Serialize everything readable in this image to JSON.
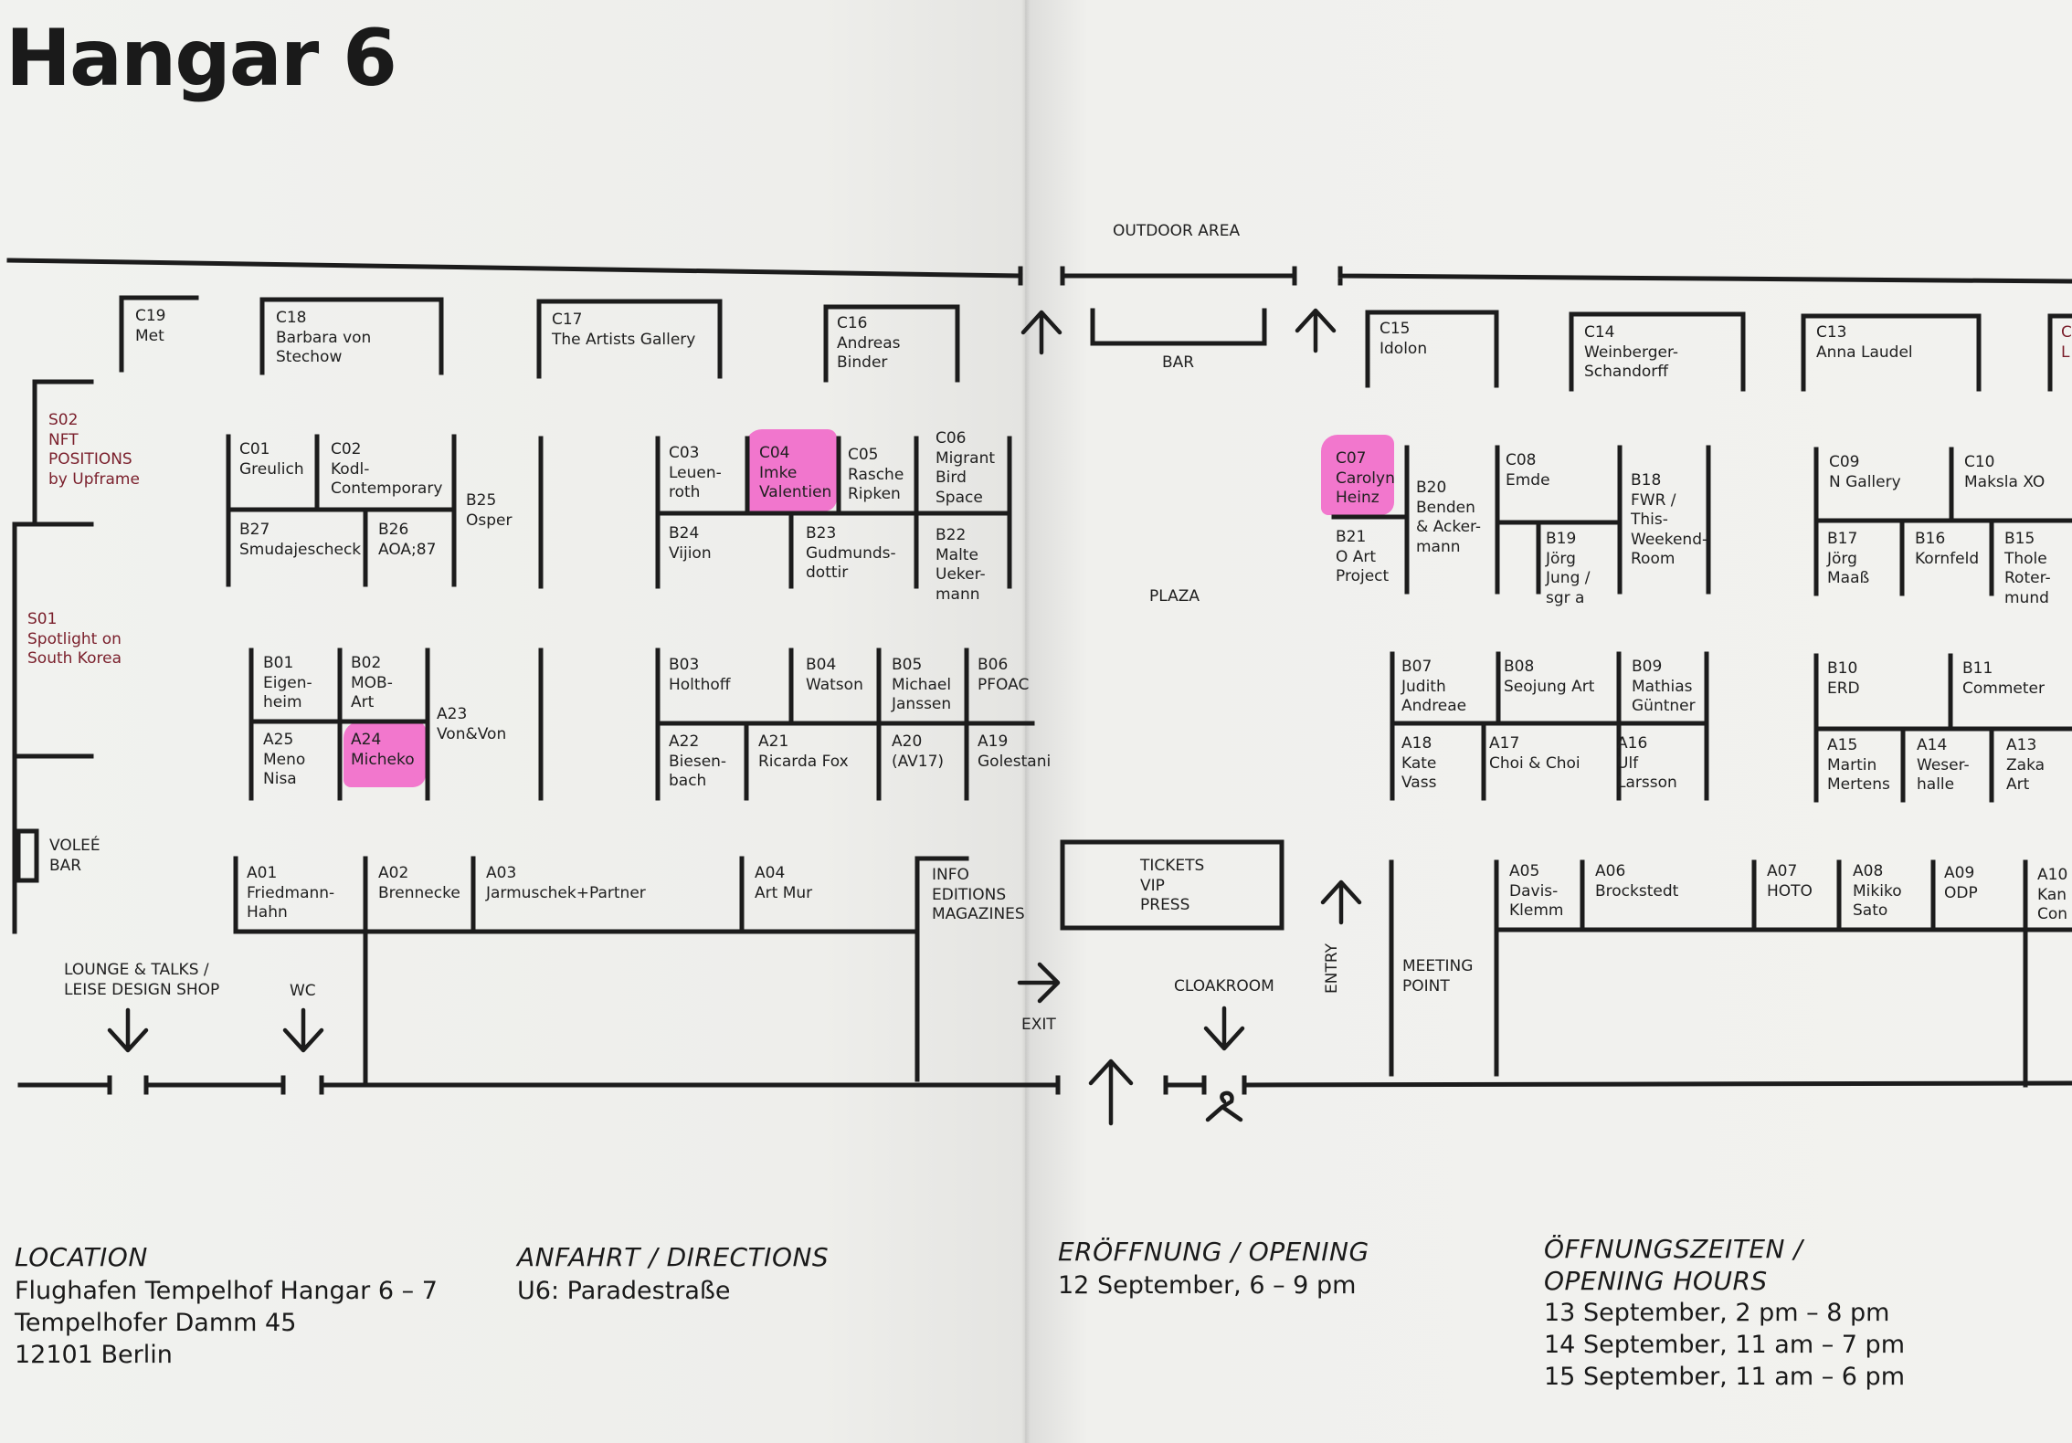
{
  "title": "Hangar 6",
  "zones": {
    "outdoor_area": "OUTDOOR AREA",
    "bar": "BAR",
    "plaza": "PLAZA",
    "tickets": "TICKETS\nVIP\nPRESS",
    "cloakroom": "CLOAKROOM",
    "exit": "EXIT",
    "entry": "ENTRY",
    "meeting_point": "MEETING\nPOINT",
    "lounge": "LOUNGE & TALKS /\nLEISE DESIGN SHOP",
    "wc": "WC",
    "volee_bar": "VOLEÉ\nBAR",
    "info": "INFO\nEDITIONS\nMAGAZINES"
  },
  "special": {
    "s02": "S02\nNFT\nPOSITIONS\nby Upframe",
    "s01": "S01\nSpotlight on\nSouth Korea"
  },
  "booths": {
    "c19": "C19\nMet",
    "c18": "C18\nBarbara von\nStechow",
    "c17": "C17\nThe Artists Gallery",
    "c16": "C16\nAndreas\nBinder",
    "c15": "C15\nIdolon",
    "c14": "C14\nWeinberger-\nSchandorff",
    "c13": "C13\nAnna Laudel",
    "c12": "C\nL",
    "c01": "C01\nGreulich",
    "c02": "C02\nKodl-\nContemporary",
    "b25": "B25\nOsper",
    "b27": "B27\nSmudajescheck",
    "b26": "B26\nAOA;87",
    "c03": "C03\nLeuen-\nroth",
    "c04": "C04\nImke\nValentien",
    "c05": "C05\nRasche\nRipken",
    "c06": "C06\nMigrant\nBird\nSpace",
    "b24": "B24\nVijion",
    "b23": "B23\nGudmunds-\ndottir",
    "b22": "B22\nMalte\nUeker-\nmann",
    "c07": "C07\nCarolyn\nHeinz",
    "b20": "B20\nBenden\n& Acker-\nmann",
    "b21": "B21\nO Art\nProject",
    "c08": "C08\nEmde",
    "b19": "B19\nJörg\nJung /\nsgr a",
    "b18": "B18\nFWR /\nThis-\nWeekend-\nRoom",
    "c09": "C09\nN Gallery",
    "c10": "C10\nMaksla XO",
    "b17": "B17\nJörg\nMaaß",
    "b16": "B16\nKornfeld",
    "b15": "B15\nThole\nRoter-\nmund",
    "b01": "B01\nEigen-\nheim",
    "b02": "B02\nMOB-\nArt",
    "a23": "A23\nVon&Von",
    "a25": "A25\nMeno\nNisa",
    "a24": "A24\nMicheko",
    "b03": "B03\nHolthoff",
    "b04": "B04\nWatson",
    "b05": "B05\nMichael\nJanssen",
    "b06": "B06\nPFOAC",
    "a22": "A22\nBiesen-\nbach",
    "a21": "A21\nRicarda Fox",
    "a20": "A20\n(AV17)",
    "a19": "A19\nGolestani",
    "b07": "B07\nJudith\nAndreae",
    "b08": "B08\nSeojung Art",
    "b09": "B09\nMathias\nGüntner",
    "a18": "A18\nKate\nVass",
    "a17": "A17\nChoi & Choi",
    "a16": "A16\nUlf\nLarsson",
    "b10": "B10\nERD",
    "b11": "B11\nCommeter",
    "a15": "A15\nMartin\nMertens",
    "a14": "A14\nWeser-\nhalle",
    "a13": "A13\nZaka\nArt",
    "a01": "A01\nFriedmann-\nHahn",
    "a02": "A02\nBrennecke",
    "a03": "A03\nJarmuschek+Partner",
    "a04": "A04\nArt Mur",
    "a05": "A05\nDavis-\nKlemm",
    "a06": "A06\nBrockstedt",
    "a07": "A07\nHOTO",
    "a08": "A08\nMikiko\nSato",
    "a09": "A09\nODP",
    "a10": "A10\nKan\nCon"
  },
  "highlighted": [
    "C04",
    "A24",
    "C07"
  ],
  "highlight_color": "#f25cc6",
  "accent_red": "#7a1f2b",
  "info": {
    "location_h": "LOCATION",
    "location_t": "Flughafen Tempelhof Hangar 6 – 7\nTempelhofer Damm 45\n12101 Berlin",
    "directions_h": "ANFAHRT / DIRECTIONS",
    "directions_t": "U6: Paradestraße",
    "opening_h": "ERÖFFNUNG / OPENING",
    "opening_t": "12 September, 6 – 9 pm",
    "hours_h": "ÖFFNUNGSZEITEN /\nOPENING HOURS",
    "hours_t": "13 September, 2 pm – 8 pm\n14 September, 11 am – 7 pm\n15 September, 11 am – 6 pm"
  }
}
